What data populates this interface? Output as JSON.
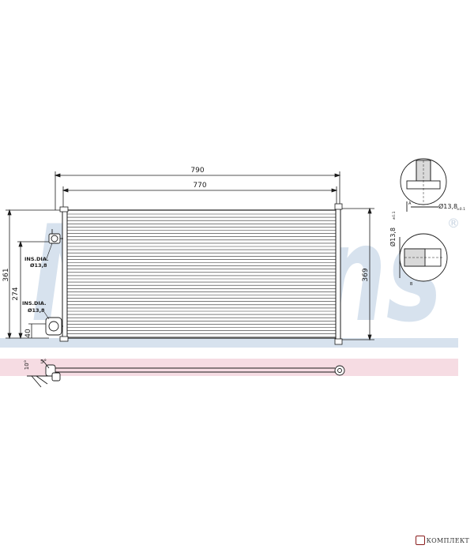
{
  "brand": {
    "watermark": "Nissens",
    "registered_mark": "®"
  },
  "dimensions": {
    "overall_width": "790",
    "core_width": "770",
    "left_height": "361",
    "inlet_height": "274",
    "outlet_height": "40",
    "right_height": "369",
    "pipe_dia": "Ø13,8",
    "pipe_dia_tol": "±0.1",
    "angle_10": "10°",
    "angle_5": "5°"
  },
  "connections": {
    "ins_label": "INS.DIA.",
    "ins_value": "Ø13,8",
    "detail_a": "A",
    "detail_b": "B"
  },
  "footer": {
    "logo_text": "КОМПЛЕКТ"
  },
  "colors": {
    "watermark_blue": "#cfdbe8",
    "band_pink": "#f6dce3",
    "line": "#1a1a1a"
  }
}
